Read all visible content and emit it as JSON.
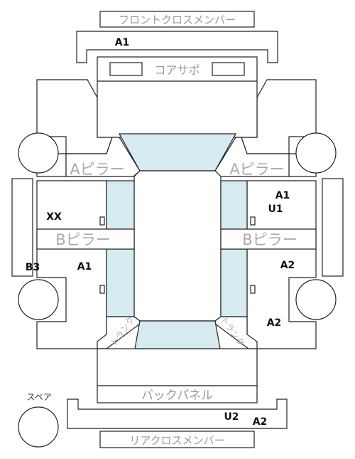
{
  "labels": {
    "front_cross_member": "フロントクロスメンバー",
    "core_support": "コアサポ",
    "a_pillar": "Aピラー",
    "b_pillar": "Bピラー",
    "trunk": "トランク",
    "back_panel": "バックパネル",
    "rear_cross_member": "リアクロスメンバー",
    "spare": "スペア"
  },
  "codes": {
    "front_cross_member": "A1",
    "front_right_door": "A1",
    "front_right_door_second": "U1",
    "front_left_door": "XX",
    "rear_left_side": "B3",
    "rear_left_door": "A1",
    "rear_right_door": "A2",
    "rear_right_quarter": "A2",
    "rear_cross_member_1": "U2",
    "rear_cross_member_2": "A2"
  },
  "colors": {
    "glass": "#d5ebf1",
    "outline": "#222222",
    "gray_text": "#9a9a9a",
    "code_text": "#111111"
  }
}
